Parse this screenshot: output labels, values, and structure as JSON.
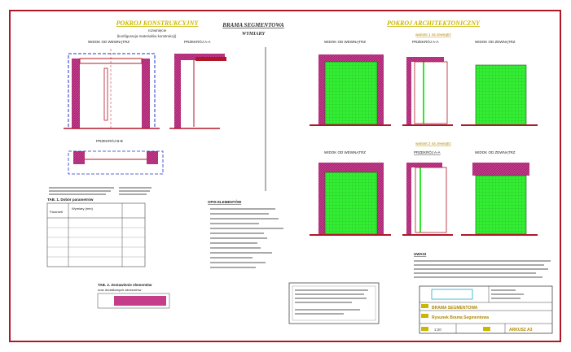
{
  "left": {
    "title": "POKROJ KONSTRUKCYJNY",
    "sub1": "rozwinięcie ",
    "sub2": "(konfiguracja materiałów konstrukcji)",
    "view1": "WIDOK OD WEWNĄTRZ",
    "section1": "PRZEKRÓJ A-A",
    "section2": "PRZEKRÓJ B-B",
    "table_title": "TAB. 1. Dobór parametrów",
    "table_col1": "Parametr",
    "table_col2": "Wymiary (mm)",
    "table2_title": "TAB. 2. Zestawienie elementów",
    "table2_sub": "oraz dodatkowych akcesoriów"
  },
  "center": {
    "title": "BRAMA SEGMENTOWA",
    "subtitle": "WYMIARY",
    "legend_title": "OPIS ELEMENTÓW"
  },
  "right": {
    "title": "POKROJ ARCHITEKTONICZNY",
    "sub1": "wariant 1 na zewnątrz",
    "sub2": "wariant 2 na zewnątrz",
    "view1": "WIDOK OD WEWNĄTRZ",
    "view2": "WIDOK OD ZEWNĄTRZ",
    "section1": "PRZEKRÓJ A-A",
    "section2": "PRZEKRÓJ A-A",
    "view3": "WIDOK OD WEWNĄTRZ",
    "view4": "WIDOK OD ZEWNĄTRZ",
    "notes_title": "UWAGI"
  },
  "titleblock": {
    "project": "BRAMA SEGMENTOWA",
    "drawing": "Rysunek Brama Segmentowa",
    "scale": "1:20",
    "sheet": "ARKUSZ A3"
  },
  "colors": {
    "frame": "#b0182a",
    "wall": "#c43c8a",
    "panel": "#2ee82e",
    "title": "#d4c400",
    "dim": "#2233cc"
  }
}
